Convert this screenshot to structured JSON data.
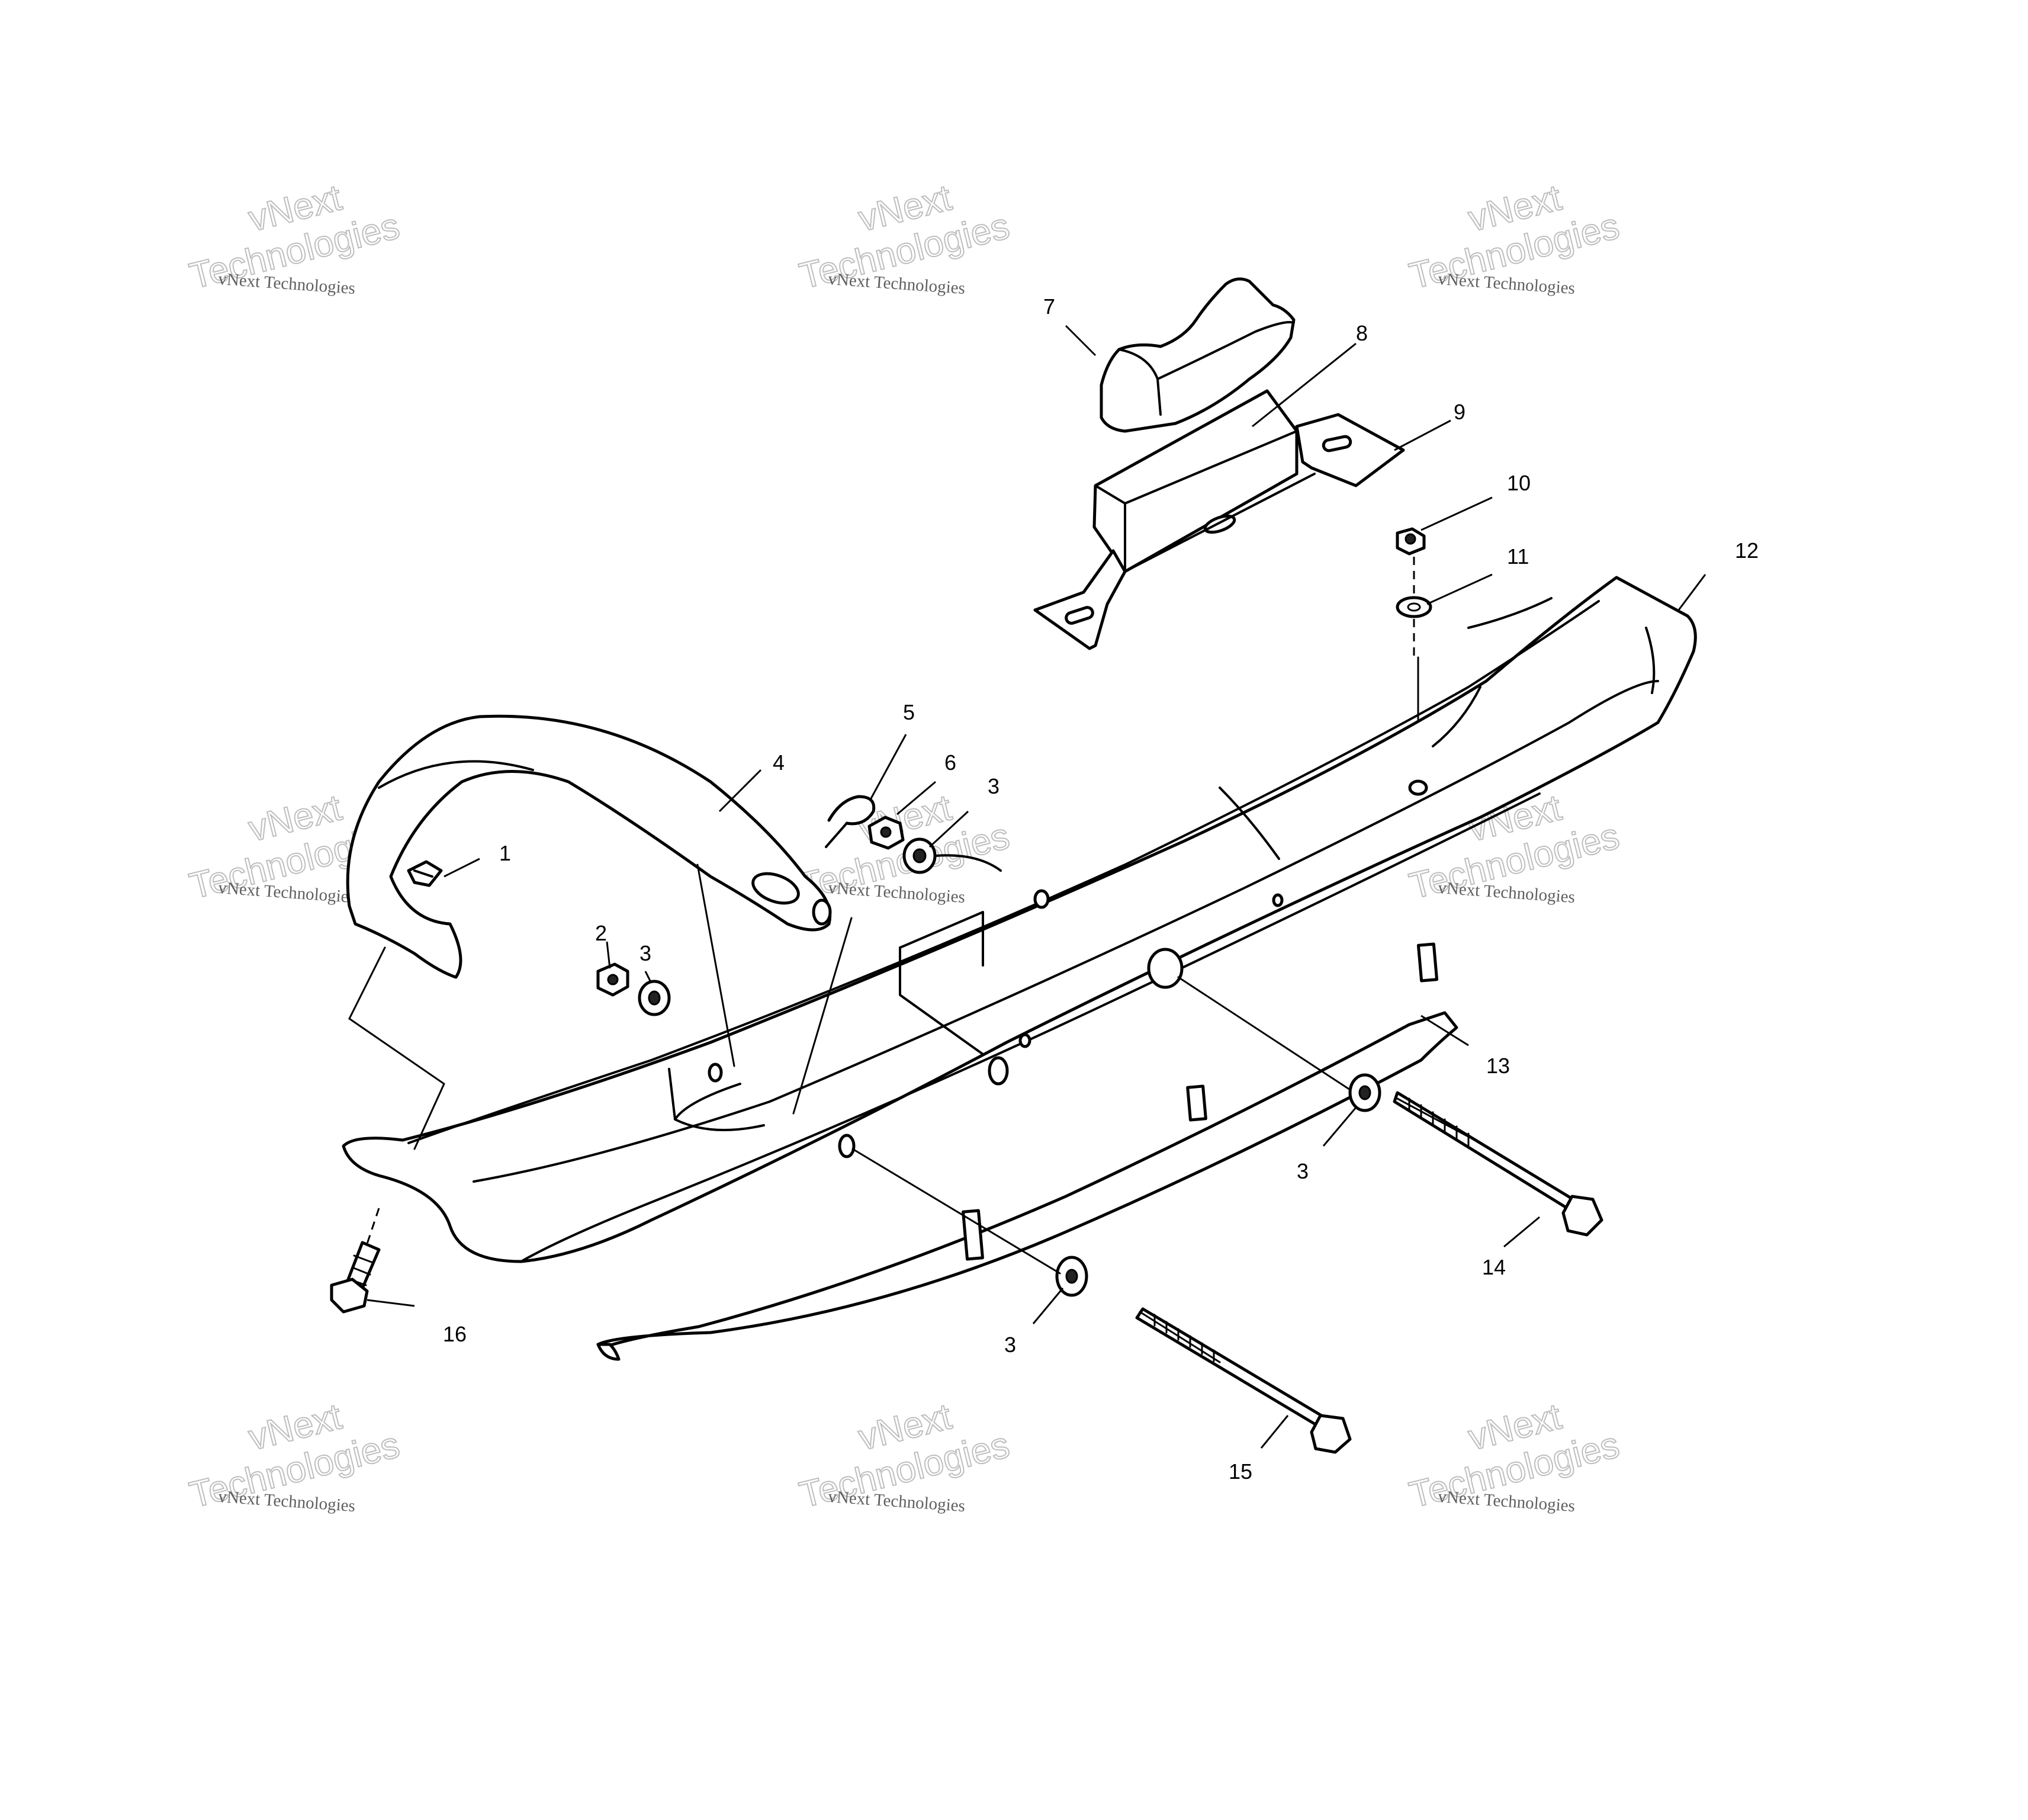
{
  "watermark": {
    "small_text": "vNext Technologies",
    "big_line1": "vNext",
    "big_line2": "Technologies"
  },
  "callouts": {
    "c1": "1",
    "c2": "2",
    "c3a": "3",
    "c3b": "3",
    "c3c": "3",
    "c3d": "3",
    "c4": "4",
    "c5": "5",
    "c6": "6",
    "c7": "7",
    "c8": "8",
    "c9": "9",
    "c10": "10",
    "c11": "11",
    "c12": "12",
    "c13": "13",
    "c14": "14",
    "c15": "15",
    "c16": "16"
  }
}
